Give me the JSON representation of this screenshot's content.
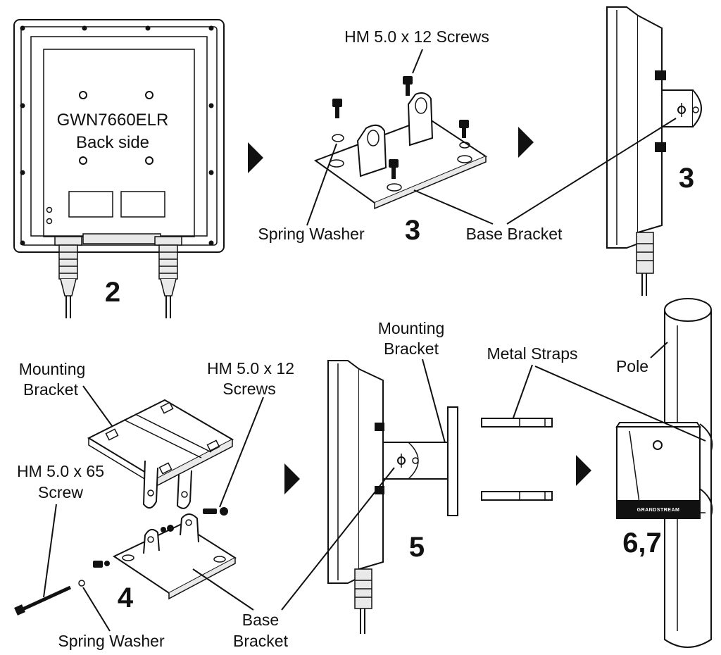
{
  "panel1": {
    "device_line1": "GWN7660ELR",
    "device_line2": "Back side",
    "step": "2"
  },
  "panel2": {
    "screws": "HM 5.0 x 12 Screws",
    "washer": "Spring Washer",
    "step": "3",
    "bracket": "Base Bracket"
  },
  "panel3": {
    "step": "3"
  },
  "panel4": {
    "mounting_bracket_line1": "Mounting",
    "mounting_bracket_line2": "Bracket",
    "screws_line1": "HM 5.0 x 12",
    "screws_line2": "Screws",
    "long_screw_line1": "HM 5.0 x 65",
    "long_screw_line2": "Screw",
    "washer": "Spring Washer",
    "step": "4",
    "base_bracket_line1": "Base",
    "base_bracket_line2": "Bracket"
  },
  "panel5": {
    "mounting_bracket_line1": "Mounting",
    "mounting_bracket_line2": "Bracket",
    "straps": "Metal Straps",
    "step": "5"
  },
  "panel6": {
    "pole": "Pole",
    "brand": "GRANDSTREAM",
    "step": "6,7"
  }
}
